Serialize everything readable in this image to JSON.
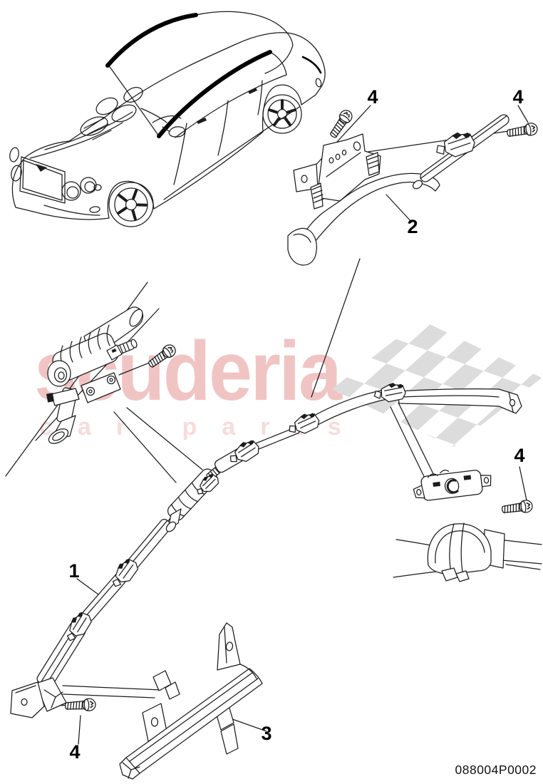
{
  "watermark": {
    "brand": "scuderia",
    "tagline": "car parts",
    "brand_color": "#f1c4c4",
    "tagline_color": "#f7dcdc",
    "flag_color": "#dcdcdc"
  },
  "callouts": {
    "part1": "1",
    "part2": "2",
    "part3": "3",
    "screw": "4"
  },
  "footer": {
    "part_number": "088004P0002"
  },
  "colors": {
    "line": "#1c1c1c",
    "highlight": "#000000",
    "background": "#ffffff"
  }
}
